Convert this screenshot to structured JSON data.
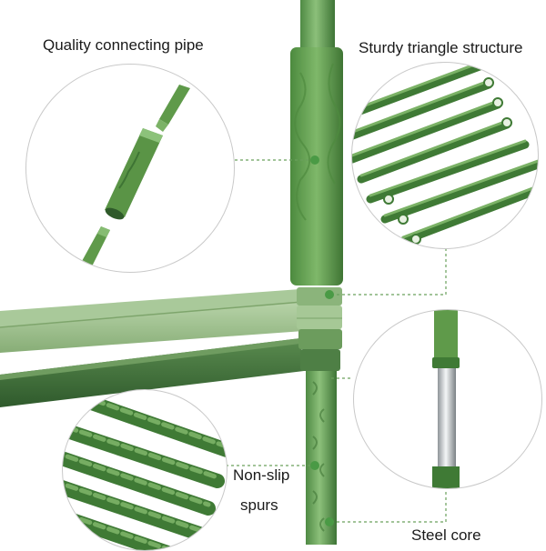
{
  "callouts": {
    "connecting_pipe": "Quality connecting pipe",
    "triangle_structure": "Sturdy triangle structure",
    "non_slip_line1": "Non-slip",
    "non_slip_line2": "spurs",
    "steel_core": "Steel core"
  },
  "colors": {
    "pipe_green": "#5f9a4a",
    "pipe_dark": "#3f7a35",
    "shelf_light": "#9cc08a",
    "shelf_dark": "#3f6d3a",
    "dot_green": "#4a9a45",
    "guide_line": "#6aa05c",
    "steel": "#c8cccf"
  }
}
